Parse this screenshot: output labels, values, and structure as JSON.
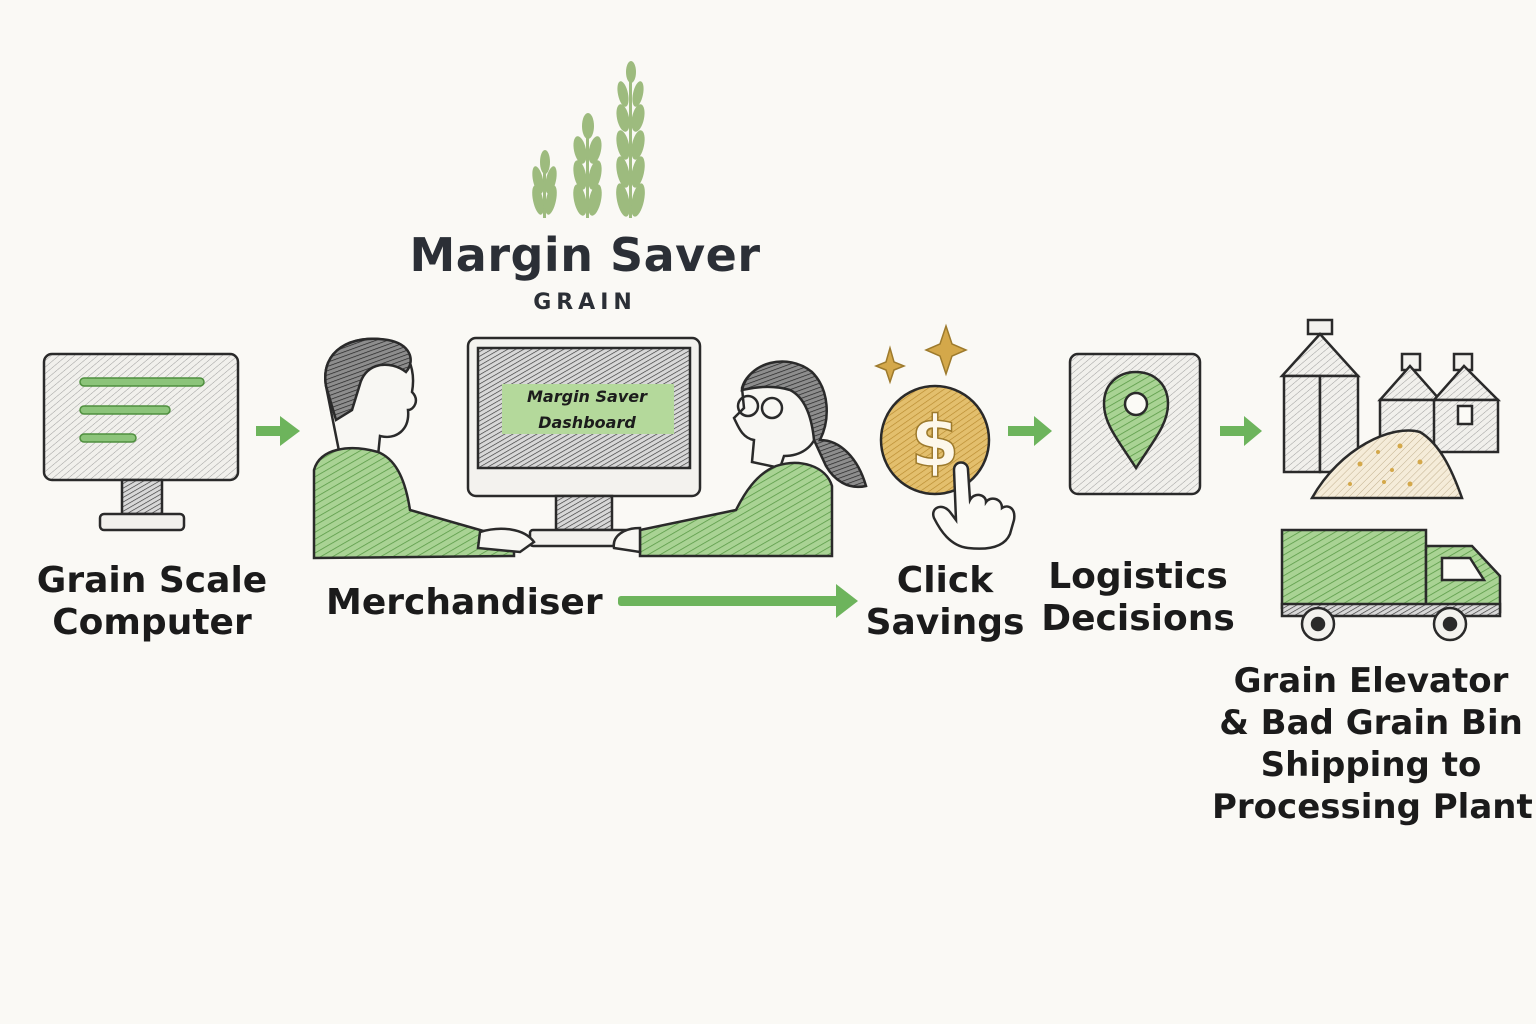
{
  "brand": {
    "name": "Margin Saver",
    "subtitle": "GRAIN",
    "logo_icon": "wheat-stalks-icon",
    "accent_color": "#9dbb7e"
  },
  "dashboard": {
    "line1": "Margin Saver",
    "line2": "Dashboard",
    "highlight_color": "#b4d99b"
  },
  "steps": [
    {
      "icon": "monitor-icon",
      "line1": "Grain Scale",
      "line2": "Computer"
    },
    {
      "icon": "people-at-computer-icon",
      "line1": "Merchandiser",
      "line2": ""
    },
    {
      "icon": "dollar-coin-click-icon",
      "line1": "Click",
      "line2": "Savings"
    },
    {
      "icon": "map-pin-icon",
      "line1": "Logistics",
      "line2": "Decisions"
    },
    {
      "icon": "grain-elevator-truck-icon",
      "line1": "Grain Elevator",
      "line2": "& Bad Grain Bin",
      "line3": "Shipping to",
      "line4": "Processing Plant"
    }
  ],
  "colors": {
    "arrow": "#6db45c",
    "green_fill": "#8cc47a",
    "gold": "#d4a84a",
    "ink": "#2a2a2a"
  }
}
